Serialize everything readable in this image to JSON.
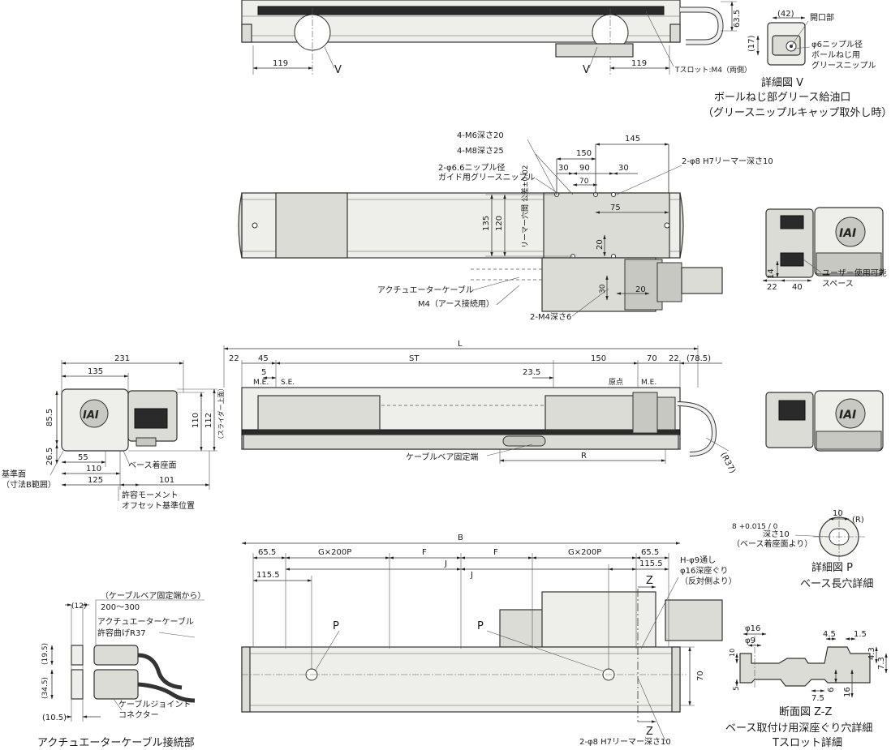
{
  "brand": {
    "logo_text": "IAI"
  },
  "top_view": {
    "dim_119_left": "119",
    "dim_119_right": "119",
    "dim_63_5": "63.5",
    "marker_v_left": "V",
    "marker_v_right": "V",
    "t_slot": "Tスロット:M4（両側）"
  },
  "detail_v": {
    "dim_42": "(42)",
    "dim_17": "(17)",
    "opening": "開口部",
    "nipple_1": "φ6ニップル径",
    "nipple_2": "ボールねじ用",
    "nipple_3": "グリースニップル",
    "caption_1": "詳細図 V",
    "caption_2": "ボールねじ部グリース給油口",
    "caption_3": "（グリースニップルキャップ取外し時）"
  },
  "plan_view": {
    "m6": "4-M6深さ20",
    "m8": "4-M8深さ25",
    "nipple_a": "2-φ6.6ニップル径",
    "nipple_b": "ガイド用グリースニップル",
    "dim_145": "145",
    "dim_150": "150",
    "dim_30a": "30",
    "dim_90": "90",
    "dim_30b": "30",
    "dim_70": "70",
    "reamer_top": "2-φ8 H7リーマー深さ10",
    "dim_75": "75",
    "dim_135": "135",
    "dim_120": "120",
    "reamer_tol": "リーマー穴間 公差±0.02",
    "dim_20a": "20",
    "dim_30c": "30",
    "dim_20b": "20",
    "cable": "アクチュエーターケーブル",
    "m4_earth": "M4（アース接続用）",
    "m4_depth": "2-M4深さ6"
  },
  "end_view_1": {
    "dim_14": "14",
    "dim_22": "22",
    "dim_40": "40",
    "user_space_1": "ユーザー使用可能",
    "user_space_2": "スペース"
  },
  "side_view": {
    "L": "L",
    "dim_22a": "22",
    "dim_45": "45",
    "ST": "ST",
    "dim_150": "150",
    "dim_70": "70",
    "dim_22b": "22",
    "dim_78_5": "(78.5)",
    "dim_5": "5",
    "me_left": "M.E.",
    "se": "S.E.",
    "dim_23_5": "23.5",
    "origin": "原点",
    "me_right": "M.E.",
    "cable_fixed": "ケーブルベア固定端",
    "R": "R",
    "R37": "(R37)"
  },
  "section_left": {
    "dim_231": "231",
    "dim_135": "135",
    "dim_85_5": "85.5",
    "dim_26_5": "26.5",
    "dim_55": "55",
    "dim_110w": "110",
    "dim_125": "125",
    "dim_101": "101",
    "dim_110h": "110",
    "dim_112": "112",
    "slider_top": "（スライダー上面）",
    "base_face": "ベース着座面",
    "ref_1": "基準面",
    "ref_2": "（寸法B範囲）",
    "moment_1": "許容モーメント",
    "moment_2": "オフセット基準位置"
  },
  "detail_p": {
    "tol": "8 +0.015 / 0",
    "depth": "深さ10",
    "from_base": "（ベース着座面より）",
    "dim_10": "10",
    "r": "(R)",
    "caption_1": "詳細図 P",
    "caption_2": "ベース長穴詳細"
  },
  "bottom_view": {
    "B": "B",
    "dim_65_5a": "65.5",
    "g200a": "G×200P",
    "F1": "F",
    "F2": "F",
    "g200b": "G×200P",
    "dim_65_5b": "65.5",
    "J1": "J",
    "J2": "J",
    "dim_115_5a": "115.5",
    "dim_115_5b": "115.5",
    "h_holes_1": "H-φ9通し",
    "h_holes_2": "φ16深座ぐり",
    "h_holes_3": "（反対側より）",
    "Z_top": "Z",
    "Z_bottom": "Z",
    "P1": "P",
    "P2": "P",
    "dim_70": "70",
    "reamer_bottom": "2-φ8 H7リーマー深さ10"
  },
  "cable_detail": {
    "from_fixed": "（ケーブルベア固定端から）",
    "range": "200～300",
    "dim_12": "(12)",
    "dim_19_5": "(19.5)",
    "dim_34_5": "(34.5)",
    "dim_10_5": "(10.5)",
    "cable_1": "アクチュエーターケーブル",
    "cable_2": "許容曲げR37",
    "joint_1": "ケーブルジョイント",
    "joint_2": "コネクター",
    "caption": "アクチュエーターケーブル接続部"
  },
  "section_zz": {
    "phi16": "φ16",
    "phi9": "φ9",
    "dim_10": "10",
    "dim_5": "5",
    "dim_4_5": "4.5",
    "dim_1_5": "1.5",
    "dim_4_3": "4.3",
    "dim_7_3": "7.3",
    "dim_7_5": "7.5",
    "dim_6a": "6",
    "dim_16": "16",
    "caption_1": "断面図 Z-Z",
    "caption_2": "ベース取付け用深座ぐり穴詳細",
    "caption_3": "Tスロット詳細"
  }
}
